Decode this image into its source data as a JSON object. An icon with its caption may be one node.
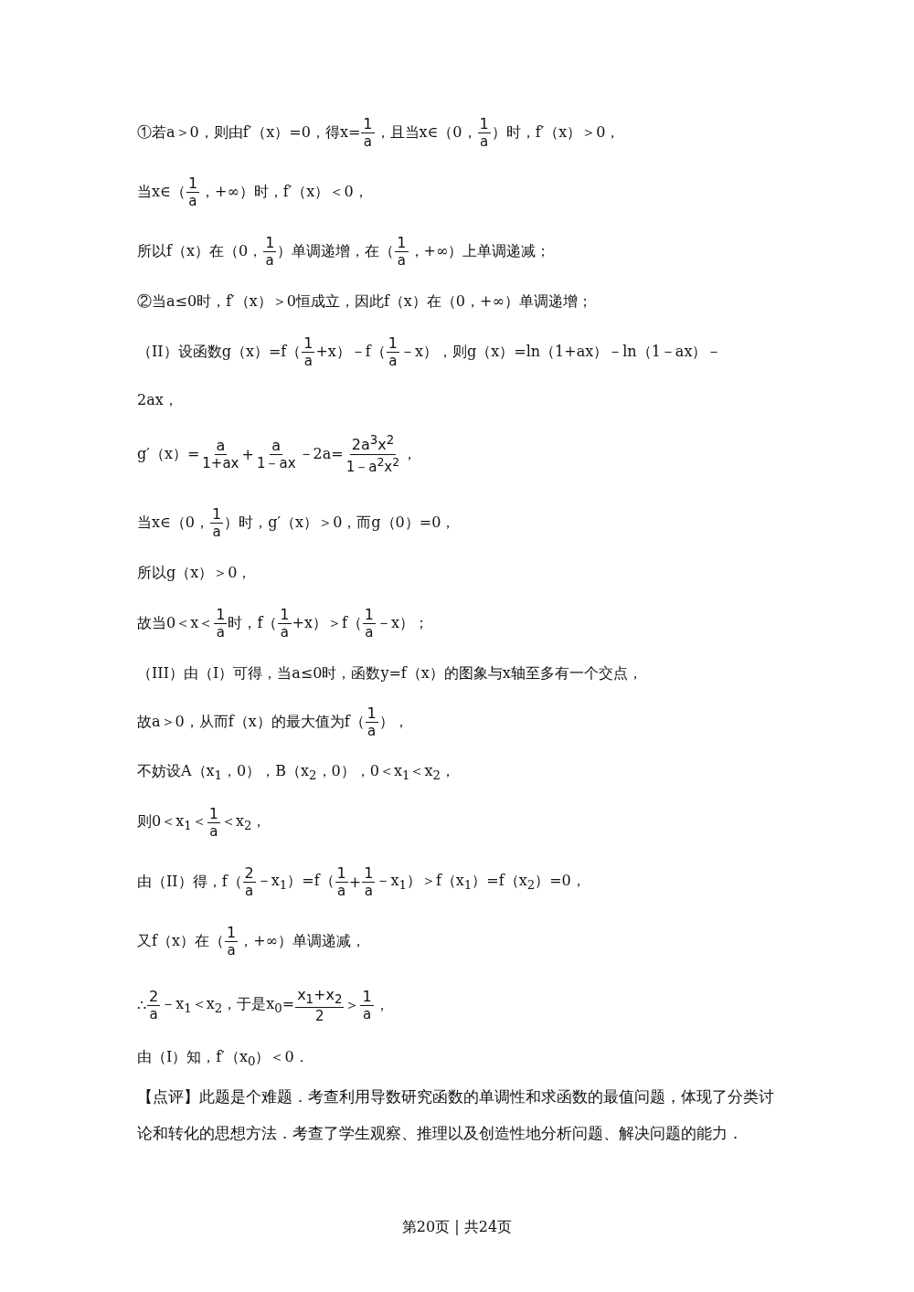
{
  "diagram": {
    "labels": [
      "①若a＞0，则由f′（x）=0，得x=",
      "1",
      "a",
      "，且当x∈（0，",
      "1",
      "a",
      "）时，f′（x）＞0，",
      "当x∈（",
      "1",
      "a",
      "，+∞）时，f′（x）＜0，",
      "所以f（x）在（0，",
      "1",
      "a",
      "）单调递增，在（",
      "1",
      "a",
      "，+∞）上单调递减；",
      "②当a≤0时，f′（x）＞0恒成立，因此f（x）在（0，+∞）单调递增；",
      "（II）设函数g（x）=f（",
      "1",
      "a",
      "+x）－f（",
      "1",
      "a",
      "－x），则g（x）=ln（1+ax）－ln（1－ax）－",
      "2ax，",
      "g′（x）=",
      "a",
      "1+ax",
      "+",
      "a",
      "1－ax",
      "－2a=",
      "2a$^{3}$x$^{2}$",
      "1－a$^{2}$x$^{2}$",
      "，",
      "当x∈（0，",
      "1",
      "a",
      "）时，g′（x）＞0，而g（0）=0，",
      "所以g（x）＞0，",
      "故当0＜x＜",
      "1",
      "a",
      "时，f（",
      "1",
      "a",
      "+x）＞f（",
      "1",
      "a",
      "－x）；",
      "（III）由（I）可得，当a≤0时，函数y=f（x）的图象与x轴至多有一个交点，",
      "故a＞0，从而f（x）的最大值为f（",
      "1",
      "a",
      "），",
      "不妨设A（x$_{1}$，0），B（x$_{2}$，0），0＜x$_{1}$＜x$_{2}$，",
      "则0＜x$_{1}$＜",
      "1",
      "a",
      "＜x$_{2}$，",
      "由（II）得，f（",
      "2",
      "a",
      "－x$_{1}$）=f（",
      "1",
      "a",
      "+",
      "1",
      "a",
      "－x$_{1}$）＞f（x$_{1}$）=f（x$_{2}$）=0，",
      "又f（x）在（",
      "1",
      "a",
      "，+∞）单调递减，",
      "∴",
      "2",
      "a",
      "－x$_{1}$＜x$_{2}$，于是x$_{0}$=",
      "x$_{1}$+x$_{2}$",
      "2",
      "＞",
      "1",
      "a",
      "，",
      "由（I）知，f′（x$_{0}$）＜0．",
      "【点评】此题是个难题．考查利用导数研究函数的单调性和求函数的最值问题，体现了分类讨论和转化的思想方法．考查了学生观察、推理以及创造性地分析问题、解决问题的能力．",
      "第20页 | 共24页"
    ]
  }
}
